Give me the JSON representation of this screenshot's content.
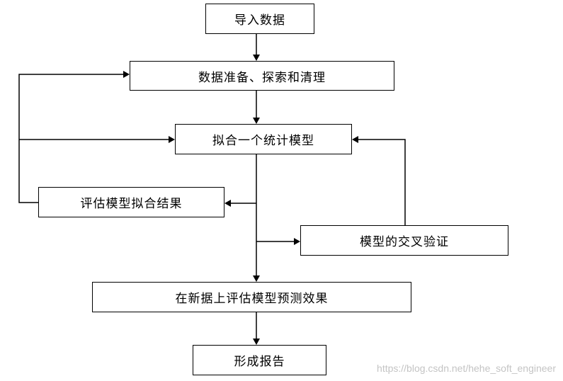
{
  "nodes": {
    "import": "导入数据",
    "prepare": "数据准备、探索和清理",
    "fit": "拟合一个统计模型",
    "evaluate": "评估模型拟合结果",
    "cross_validate": "模型的交叉验证",
    "predict": "在新据上评估模型预测效果",
    "report": "形成报告"
  },
  "watermark": "https://blog.csdn.net/hehe_soft_engineer",
  "colors": {
    "line": "#000000",
    "watermark": "#c4c4c4"
  }
}
